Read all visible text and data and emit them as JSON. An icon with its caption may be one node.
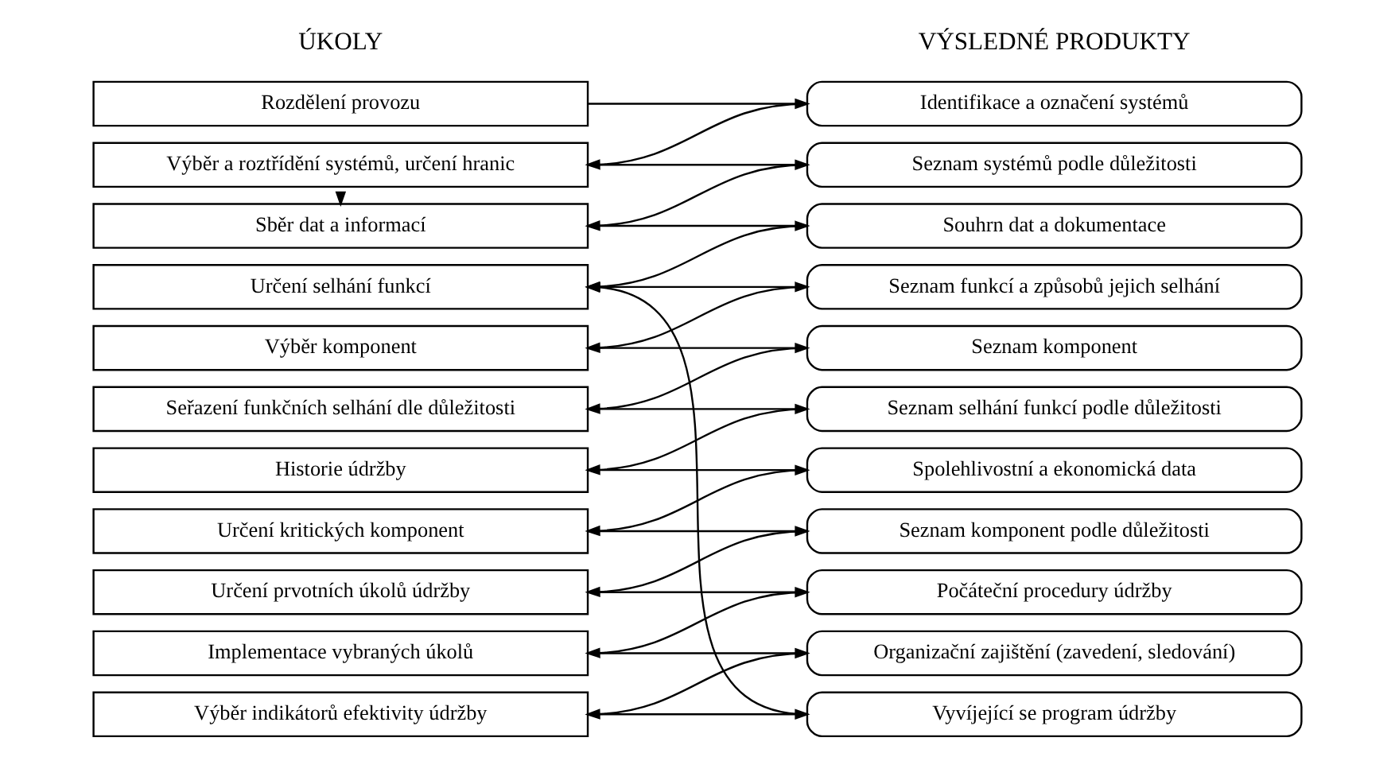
{
  "diagram": {
    "nodes": [
      {
        "text": [
          "Rozdělení provozu"
        ]
      },
      {
        "text": [
          "Identifikace a označení systémů"
        ]
      },
      {
        "text": [
          "Výběr a roztřídění systémů, určení hranic"
        ]
      },
      {
        "text": [
          "Seznam systémů podle důležitosti"
        ]
      },
      {
        "text": [
          "Sběr dat a informací"
        ]
      },
      {
        "text": [
          "Souhrn dat a dokumentace"
        ]
      },
      {
        "text": [
          "Určení selhání funkcí"
        ]
      },
      {
        "text": [
          "Seznam funkcí a způsobů jejich selhání"
        ]
      },
      {
        "text": [
          "Výběr komponent"
        ]
      },
      {
        "text": [
          "Seznam komponent"
        ]
      },
      {
        "text": [
          "Seřazení funkčních selhání dle důležitosti"
        ]
      },
      {
        "text": [
          "Seznam selhání funkcí podle důležitosti"
        ]
      },
      {
        "text": [
          "Historie údržby"
        ]
      },
      {
        "text": [
          "Spolehlivostní a ekonomická data"
        ]
      },
      {
        "text": [
          "Určení kritických komponent"
        ]
      },
      {
        "text": [
          "Seznam komponent podle důležitosti"
        ]
      },
      {
        "text": [
          "Určení prvotních úkolů údržby"
        ]
      },
      {
        "text": [
          "Počáteční procedury údržby"
        ]
      },
      {
        "text": [
          "Implementace vybraných úkolů"
        ]
      },
      {
        "text": [
          "Organizační zajištění (zavedení, sledování)"
        ]
      },
      {
        "text": [
          "Výběr indikátorů efektivity údržby"
        ]
      },
      {
        "text": [
          "Vyvíjející se program údržby"
        ]
      }
    ],
    "edges": [
      {
        "from": 0,
        "to": 1,
        "arrow": "to"
      },
      {
        "from": 1,
        "to": 2,
        "arrow": "to"
      },
      {
        "from": 2,
        "to": 3,
        "arrow": "to"
      },
      {
        "from": 2,
        "to": 4,
        "arrow": "to"
      },
      {
        "from": 3,
        "to": 4,
        "arrow": "to"
      },
      {
        "from": 4,
        "to": 5,
        "arrow": "to"
      },
      {
        "from": 5,
        "to": 6,
        "arrow": "to"
      },
      {
        "from": 6,
        "to": 7,
        "arrow": "to"
      },
      {
        "from": 7,
        "to": 8,
        "arrow": "to"
      },
      {
        "from": 8,
        "to": 9,
        "arrow": "to"
      },
      {
        "from": 9,
        "to": 10,
        "arrow": "to"
      },
      {
        "from": 10,
        "to": 11,
        "arrow": "to"
      },
      {
        "from": 11,
        "to": 12,
        "arrow": "to"
      },
      {
        "from": 12,
        "to": 13,
        "arrow": "to"
      },
      {
        "from": 13,
        "to": 14,
        "arrow": "to"
      },
      {
        "from": 14,
        "to": 15,
        "arrow": "to"
      },
      {
        "from": 15,
        "to": 16,
        "arrow": "to"
      },
      {
        "from": 16,
        "to": 17,
        "arrow": "to"
      },
      {
        "from": 17,
        "to": 18,
        "arrow": "to"
      },
      {
        "from": 18,
        "to": 19,
        "arrow": "to"
      },
      {
        "from": 19,
        "to": 20,
        "arrow": "to"
      },
      {
        "from": 20,
        "to": 21,
        "arrow": "to"
      },
      {
        "from": 21,
        "to": 6,
        "arrow": "to"
      }
    ],
    "labels": [
      "ÚKOLY",
      "VÝSLEDNÉ PRODUKTY"
    ]
  }
}
